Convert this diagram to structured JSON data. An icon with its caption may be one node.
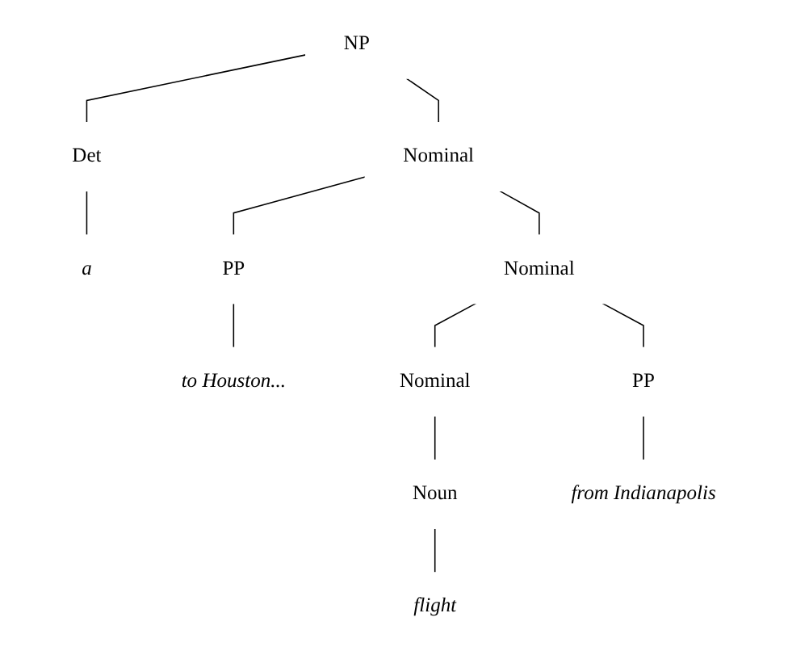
{
  "diagram": {
    "nodes": [
      {
        "text": [
          "NP"
        ]
      },
      {
        "text": [
          "Det"
        ]
      },
      {
        "text": [
          "Nominal"
        ]
      },
      {
        "text": [
          "a"
        ]
      },
      {
        "text": [
          "Nominal"
        ]
      },
      {
        "text": [
          "PP"
        ]
      },
      {
        "text": [
          "to Houston..."
        ]
      },
      {
        "text": [
          "Nominal"
        ]
      },
      {
        "text": [
          "PP"
        ]
      },
      {
        "text": [
          "Noun"
        ]
      },
      {
        "text": [
          "from Indianapolis"
        ]
      },
      {
        "text": [
          "flight"
        ]
      }
    ],
    "edges": [
      {
        "from": 0,
        "to": 1,
        "arrow": "none"
      },
      {
        "from": 0,
        "to": 2,
        "arrow": "none"
      },
      {
        "from": 1,
        "to": 3,
        "arrow": "none"
      },
      {
        "from": 2,
        "to": 4,
        "arrow": "none"
      },
      {
        "from": 2,
        "to": 5,
        "arrow": "none"
      },
      {
        "from": 5,
        "to": 6,
        "arrow": "none"
      },
      {
        "from": 4,
        "to": 7,
        "arrow": "none"
      },
      {
        "from": 4,
        "to": 8,
        "arrow": "none"
      },
      {
        "from": 7,
        "to": 9,
        "arrow": "none"
      },
      {
        "from": 8,
        "to": 10,
        "arrow": "none"
      },
      {
        "from": 9,
        "to": 11,
        "arrow": "none"
      }
    ]
  }
}
